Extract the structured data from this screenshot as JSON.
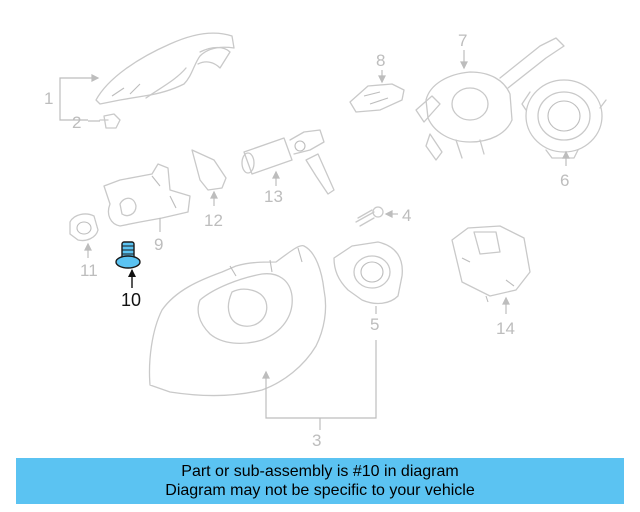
{
  "diagram": {
    "highlight_color": "#5bc3f2",
    "line_color": "#c9c9c9",
    "highlighted_part": "10",
    "part_labels": {
      "p1": "1",
      "p2": "2",
      "p3": "3",
      "p4": "4",
      "p5": "5",
      "p6": "6",
      "p7": "7",
      "p8": "8",
      "p9": "9",
      "p10": "10",
      "p11": "11",
      "p12": "12",
      "p13": "13",
      "p14": "14"
    }
  },
  "banner": {
    "line1": "Part or sub-assembly is #10 in diagram",
    "line2": "Diagram may not be specific to your vehicle",
    "background": "#5bc3f2"
  }
}
